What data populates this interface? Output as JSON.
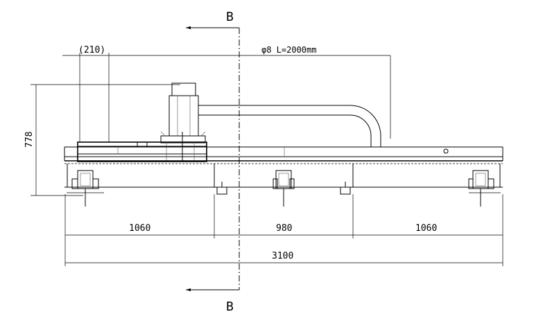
{
  "section": {
    "label_top": "B",
    "label_bottom": "B"
  },
  "dimensions": {
    "offset": "(210)",
    "cable": "φ8  L=2000mm",
    "height": "778",
    "span_left": "1060",
    "span_mid": "980",
    "span_right": "1060",
    "overall": "3100"
  }
}
